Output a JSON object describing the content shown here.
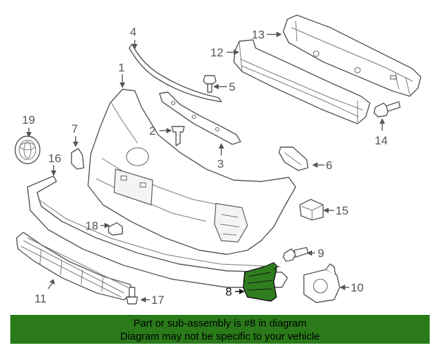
{
  "callouts": {
    "c1": "1",
    "c2": "2",
    "c3": "3",
    "c4": "4",
    "c5": "5",
    "c6": "6",
    "c7": "7",
    "c8": "8",
    "c9": "9",
    "c10": "10",
    "c11": "11",
    "c12": "12",
    "c13": "13",
    "c14": "14",
    "c15": "15",
    "c16": "16",
    "c17": "17",
    "c18": "18",
    "c19": "19"
  },
  "highlighted_part": "8",
  "highlight_color": "#2f7d1f",
  "banner": {
    "line1": "Part or sub-assembly is #8 in diagram",
    "line2": "Diagram may not be specific to your vehicle",
    "background": "#2a7a1a"
  }
}
